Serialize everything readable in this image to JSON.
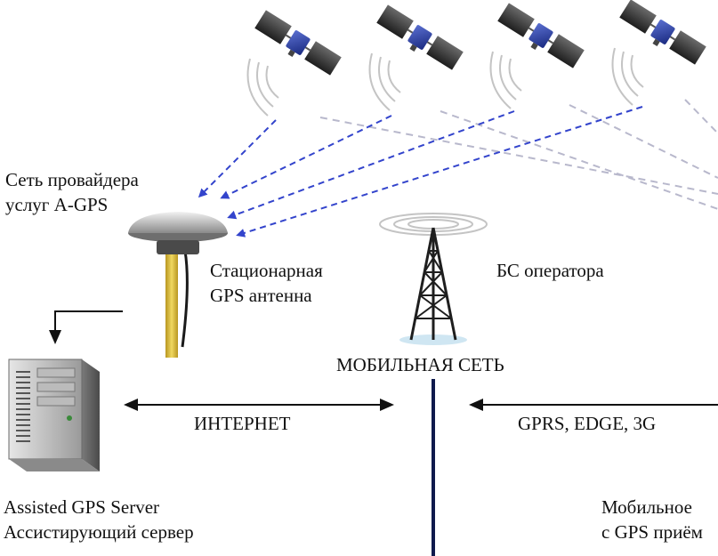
{
  "labels": {
    "provider_network_line1": "Сеть провайдера",
    "provider_network_line2": "услуг A-GPS",
    "stationary_antenna_line1": "Стационарная",
    "stationary_antenna_line2": "GPS антенна",
    "operator_bs": "БС оператора",
    "mobile_network": "МОБИЛЬНАЯ СЕТЬ",
    "internet": "ИНТЕРНЕТ",
    "cellular_links": "GPRS, EDGE, 3G",
    "server_line1": "Assisted GPS Server",
    "server_line2": "Ассистирующий сервер",
    "mobile_device_line1": "Мобильное",
    "mobile_device_line2": "с GPS приём"
  },
  "colors": {
    "satellite_signal": "#3344cc",
    "secondary_signal": "#b8b8cc",
    "link_arrow": "#111111",
    "network_divider": "#0f1a4d",
    "antenna_mast": "#d9b832"
  }
}
